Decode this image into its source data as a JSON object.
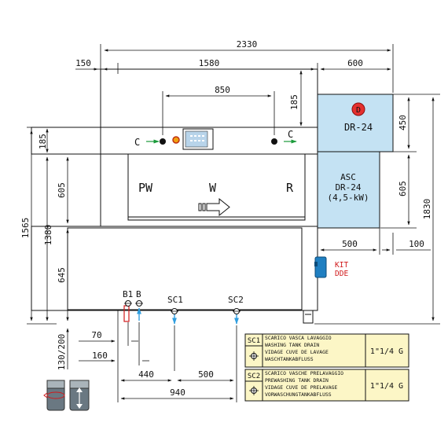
{
  "dimensions": {
    "total_width": "2330",
    "left_offset": "150",
    "main_width": "1580",
    "dryer_width": "600",
    "center_span": "850",
    "top_height": "185",
    "dryer_height": "450",
    "asc_height": "605",
    "total_height": "1830",
    "asc_width": "500",
    "right_gap": "100",
    "left_185": "185",
    "left_605": "605",
    "left_645": "645",
    "overall_1565": "1565",
    "overall_1380": "1380",
    "drain_range": "130/200",
    "d70": "70",
    "d160": "160",
    "d440": "440",
    "d500_bottom": "500",
    "d940": "940"
  },
  "zones": {
    "pw": "PW",
    "w": "W",
    "r": "R",
    "c_left": "C",
    "c_right": "C",
    "b1": "B1",
    "b": "B",
    "sc1": "SC1",
    "sc2": "SC2"
  },
  "dryer": {
    "d_icon_letter": "D",
    "model": "DR-24"
  },
  "asc": {
    "line1": "ASC",
    "line2": "DR-24",
    "line3": "(4,5-kW)"
  },
  "kit": {
    "line1": "KIT",
    "line2": "DDE"
  },
  "legend": [
    {
      "code": "SC1",
      "lines": [
        "SCARICO  VASCA  LAVAGGIO",
        "WASHING  TANK  DRAIN",
        "VIDAGE  CUVE  DE  LAVAGE",
        "WASCHTANKABFLUSS"
      ],
      "size": "1\"1/4  G"
    },
    {
      "code": "SC2",
      "lines": [
        "SCARICO  VASCHE  PRELAVAGGIO",
        "PREWASHING  TANK  DRAIN",
        "VIDAGE  CUVE  DE  PRELAVAGE",
        "VORWASCHUNGTANKABFLUSS"
      ],
      "size": "1\"1/4  G"
    }
  ],
  "colors": {
    "light_blue": "#c4e2f3",
    "legend_yellow": "#fcf6c6",
    "red_accent": "#d0191b",
    "kit_blue": "#1f7fc1",
    "water_blue": "#2f9ee0"
  }
}
